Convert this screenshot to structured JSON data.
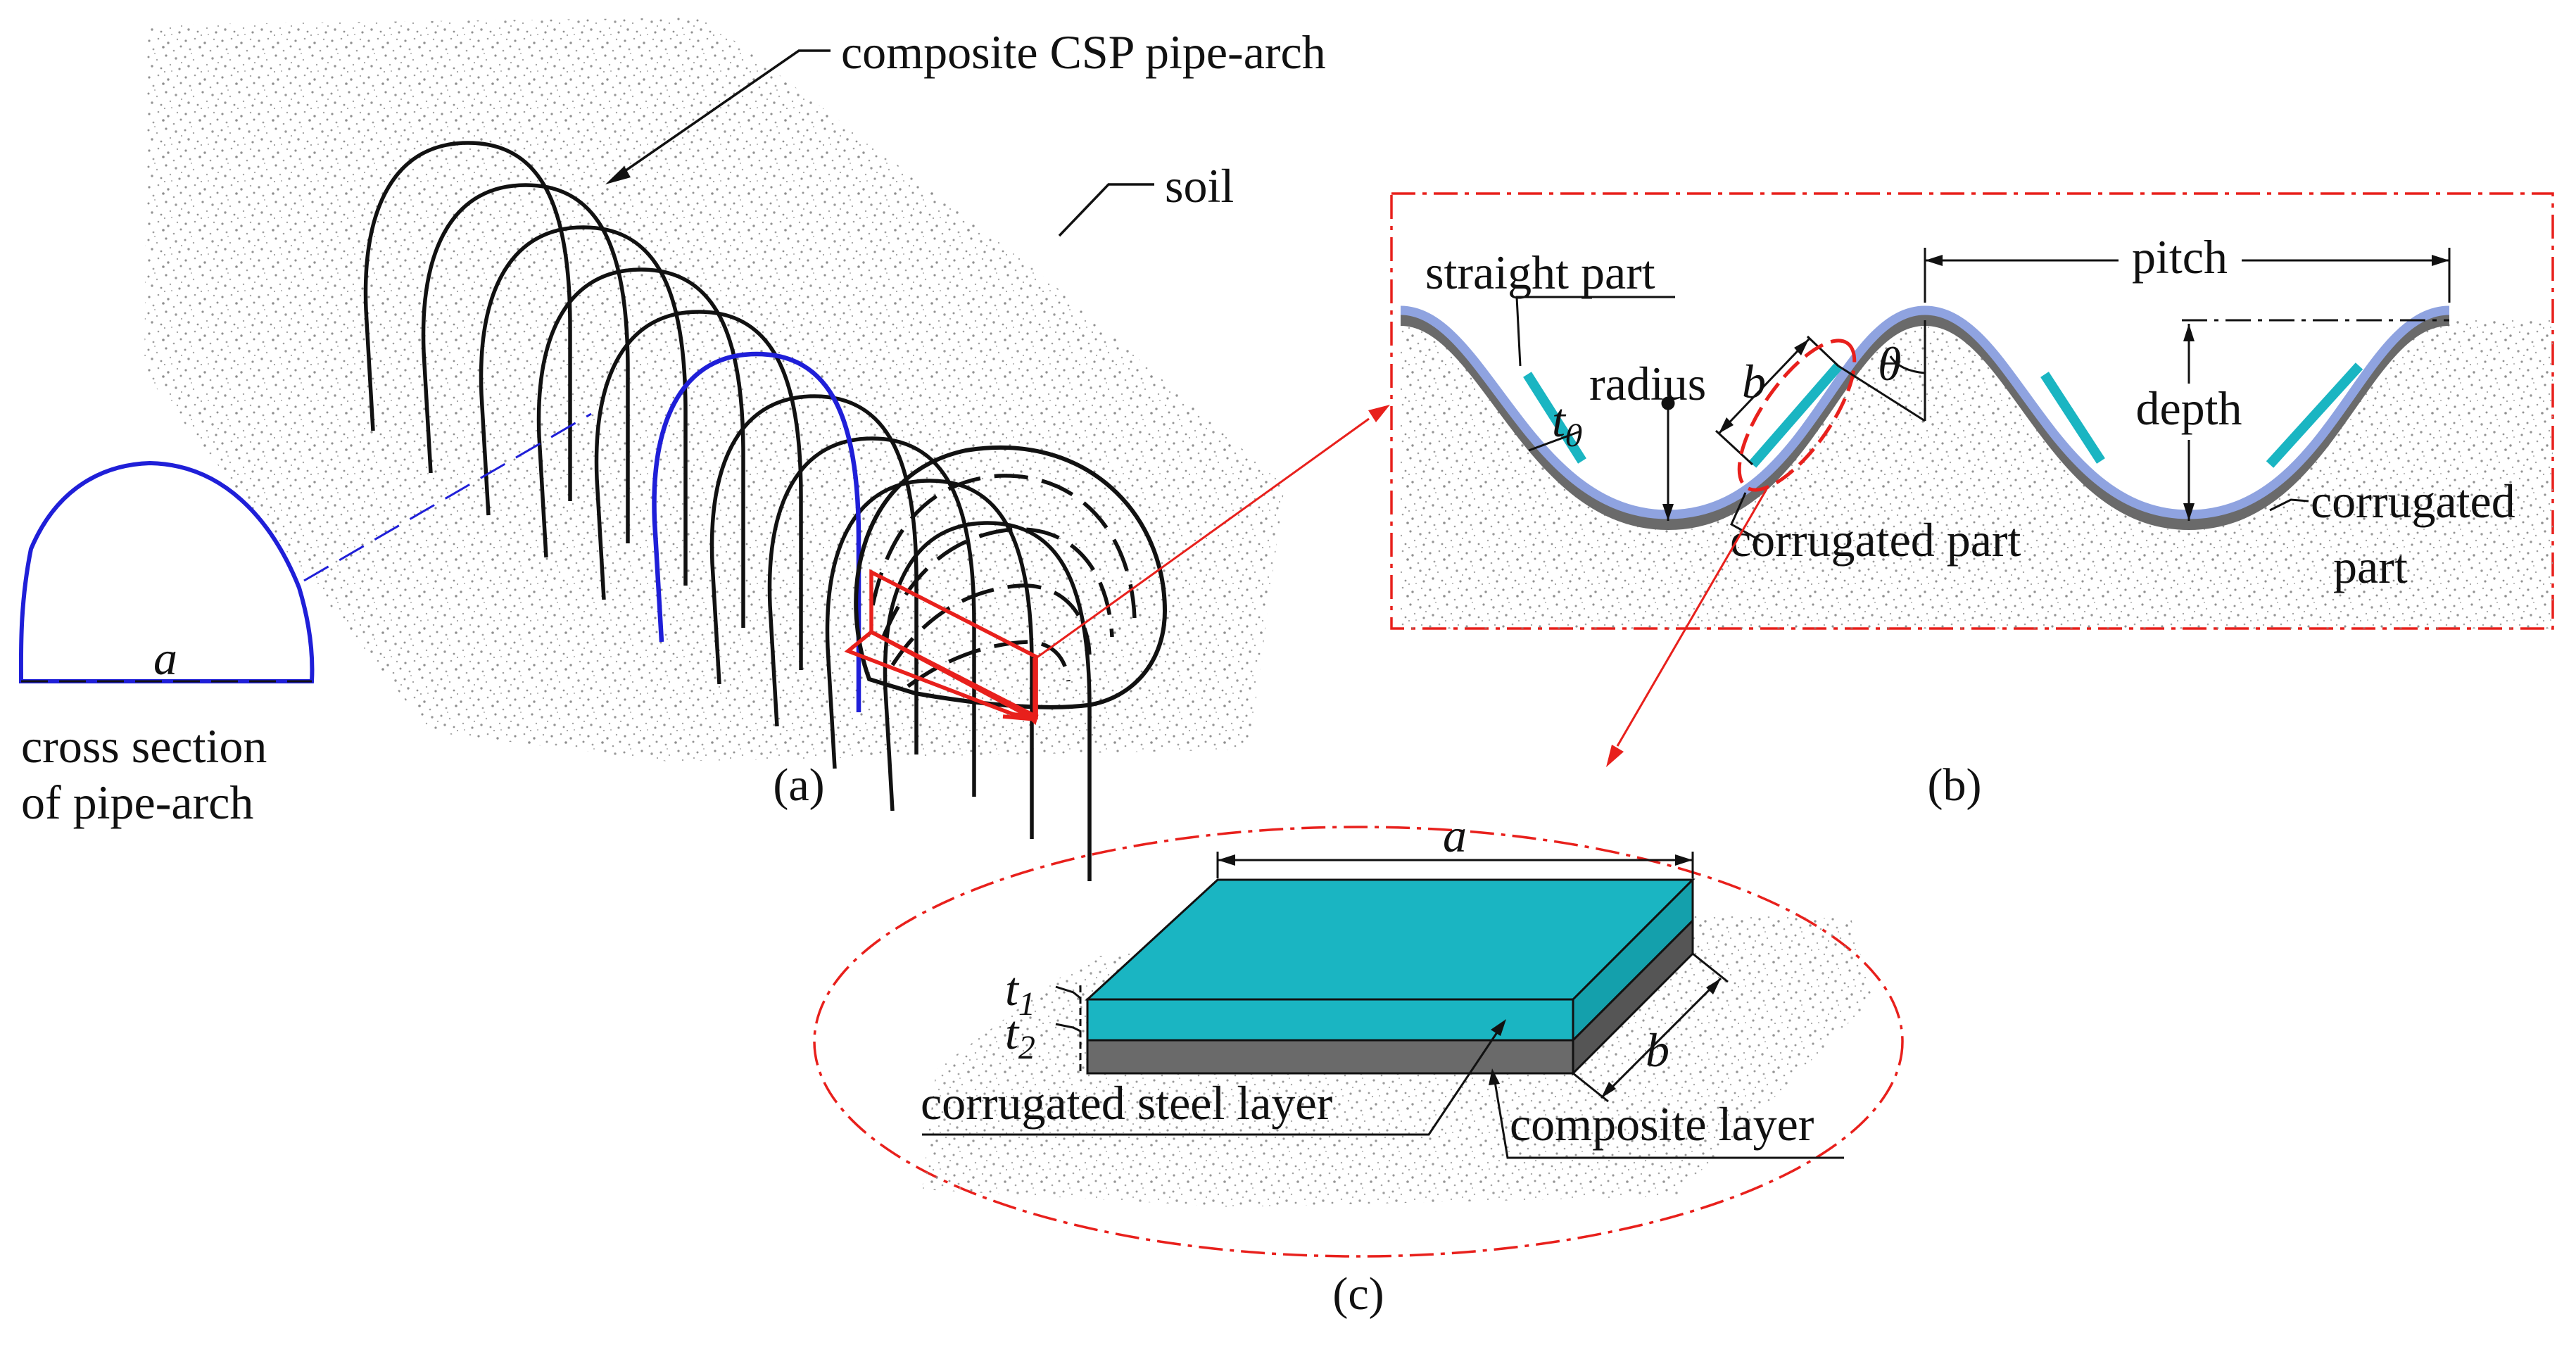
{
  "panel_a": {
    "caption": "(a)",
    "pipe_label": "composite CSP pipe-arch",
    "soil_label": "soil",
    "span_symbol": "a",
    "cross_section_line1": "cross section",
    "cross_section_line2": "of pipe-arch"
  },
  "panel_b": {
    "caption": "(b)",
    "straight_label": "straight part",
    "radius_label": "radius",
    "b_symbol": "b",
    "theta_symbol": "θ",
    "t0_symbol": "t",
    "t0_sub": "0",
    "pitch_label": "pitch",
    "depth_label": "depth",
    "corrugated_center": "corrugated part",
    "corrugated_right_1": "corrugated",
    "corrugated_right_2": "part"
  },
  "panel_c": {
    "caption": "(c)",
    "a_symbol": "a",
    "b_symbol": "b",
    "t1_symbol": "t",
    "t1_sub": "1",
    "t2_symbol": "t",
    "t2_sub": "2",
    "steel_label": "corrugated steel layer",
    "composite_label": "composite layer"
  },
  "colors": {
    "pipe_outline": "#111111",
    "highlight_ring": "#1f1fd8",
    "cut_plane": "#e8201c",
    "detail_border": "#e8201c",
    "composite_layer": "#1ab5c2",
    "steel_layer": "#6a6a6a",
    "corrugation_arc": "#8fa3e0",
    "soil_stipple": "#9a9a9a"
  }
}
